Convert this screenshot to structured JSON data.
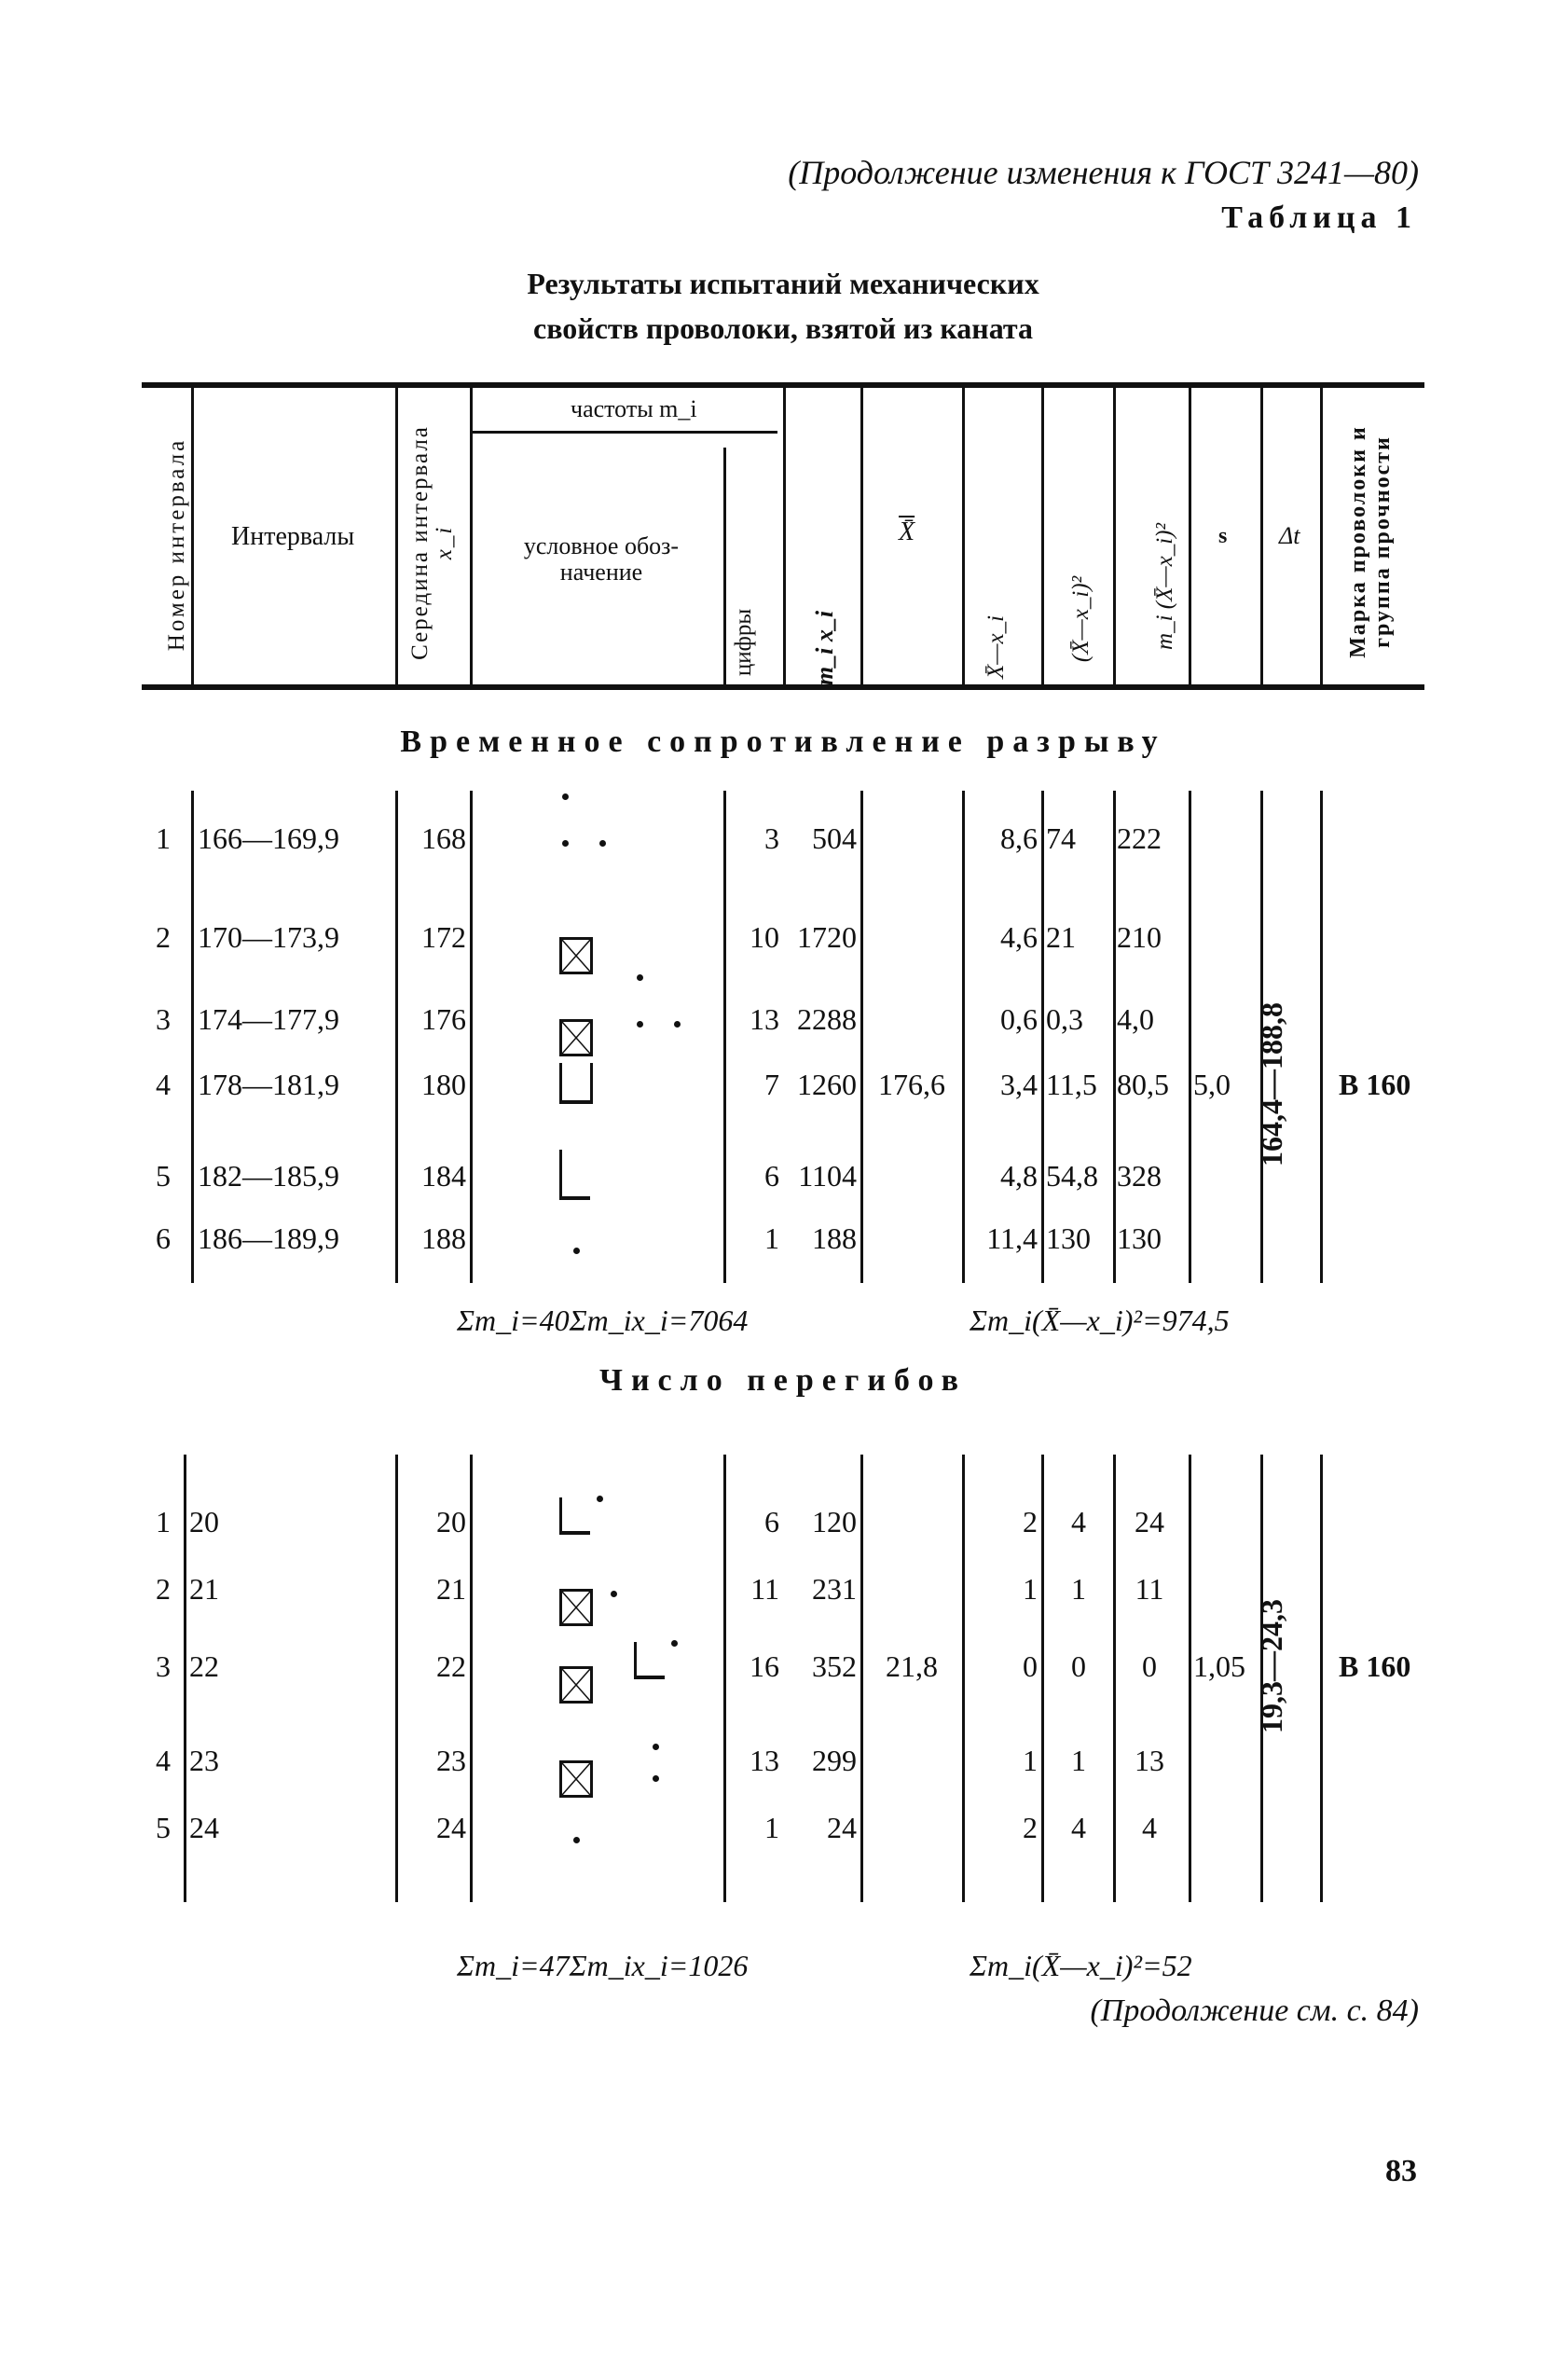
{
  "header": {
    "continuation": "(Продолжение изменения к ГОСТ 3241—80)",
    "table_label": "Таблица 1",
    "title_line1": "Результаты испытаний механических",
    "title_line2": "свойств проволоки, взятой из каната"
  },
  "columns": {
    "num": "Номер интервала",
    "intervals": "Интервалы",
    "mid": "Середина интервала",
    "mid_sub": "x_i",
    "freq": "частоты m_i",
    "symbol": "условное обоз-начение",
    "digits": "цифры",
    "mx": "m_i x_i",
    "xbar": "X̄",
    "dev": "X̄—x_i",
    "sq": "(X̄—x_i)²",
    "msq": "m_i (X̄—x_i)²",
    "s": "s",
    "dt": "Δt",
    "mark": "Марка проволоки и группа прочности"
  },
  "sections": [
    {
      "title": "Временное сопротивление разрыву",
      "rows": [
        {
          "num": "1",
          "interval": "166—169,9",
          "mid": "168",
          "symbols": [
            "dots-3"
          ],
          "digits": "3",
          "mx": "504",
          "dev": "8,6",
          "sq": "74",
          "msq": "222"
        },
        {
          "num": "2",
          "interval": "170—173,9",
          "mid": "172",
          "symbols": [
            "box-x"
          ],
          "digits": "10",
          "mx": "1720",
          "dev": "4,6",
          "sq": "21",
          "msq": "210"
        },
        {
          "num": "3",
          "interval": "174—177,9",
          "mid": "176",
          "symbols": [
            "box-x",
            "dots-3"
          ],
          "digits": "13",
          "mx": "2288",
          "dev": "0,6",
          "sq": "0,3",
          "msq": "4,0"
        },
        {
          "num": "4",
          "interval": "178—181,9",
          "mid": "180",
          "symbols": [
            "u-shape"
          ],
          "digits": "7",
          "mx": "1260",
          "dev": "3,4",
          "sq": "11,5",
          "msq": "80,5"
        },
        {
          "num": "5",
          "interval": "182—185,9",
          "mid": "184",
          "symbols": [
            "l-shape"
          ],
          "digits": "6",
          "mx": "1104",
          "dev": "4,8",
          "sq": "54,8",
          "msq": "328"
        },
        {
          "num": "6",
          "interval": "186—189,9",
          "mid": "188",
          "symbols": [
            "dot"
          ],
          "digits": "1",
          "mx": "188",
          "dev": "11,4",
          "sq": "130",
          "msq": "130"
        }
      ],
      "xbar": "176,6",
      "s": "5,0",
      "dt": "164,4—188,8",
      "mark": "В 160",
      "sum_left": "Σm_i=40Σm_ix_i=7064",
      "sum_right": "Σm_i(X̄—x_i)²=974,5"
    },
    {
      "title": "Число перегибов",
      "rows": [
        {
          "num": "1",
          "interval": "20",
          "mid": "20",
          "symbols": [
            "l-dot"
          ],
          "digits": "6",
          "mx": "120",
          "dev": "2",
          "sq": "4",
          "msq": "24"
        },
        {
          "num": "2",
          "interval": "21",
          "mid": "21",
          "symbols": [
            "box-x-dot"
          ],
          "digits": "11",
          "mx": "231",
          "dev": "1",
          "sq": "1",
          "msq": "11"
        },
        {
          "num": "3",
          "interval": "22",
          "mid": "22",
          "symbols": [
            "box-x",
            "l-dot"
          ],
          "digits": "16",
          "mx": "352",
          "dev": "0",
          "sq": "0",
          "msq": "0"
        },
        {
          "num": "4",
          "interval": "23",
          "mid": "23",
          "symbols": [
            "box-x",
            "dots-2"
          ],
          "digits": "13",
          "mx": "299",
          "dev": "1",
          "sq": "1",
          "msq": "13"
        },
        {
          "num": "5",
          "interval": "24",
          "mid": "24",
          "symbols": [
            "dot"
          ],
          "digits": "1",
          "mx": "24",
          "dev": "2",
          "sq": "4",
          "msq": "4"
        }
      ],
      "xbar": "21,8",
      "s": "1,05",
      "dt": "19,3—24,3",
      "mark": "В 160",
      "sum_left": "Σm_i=47Σm_ix_i=1026",
      "sum_right": "Σm_i(X̄—x_i)²=52"
    }
  ],
  "footer": {
    "continuation": "(Продолжение см. с. 84)",
    "page_number": "83"
  }
}
